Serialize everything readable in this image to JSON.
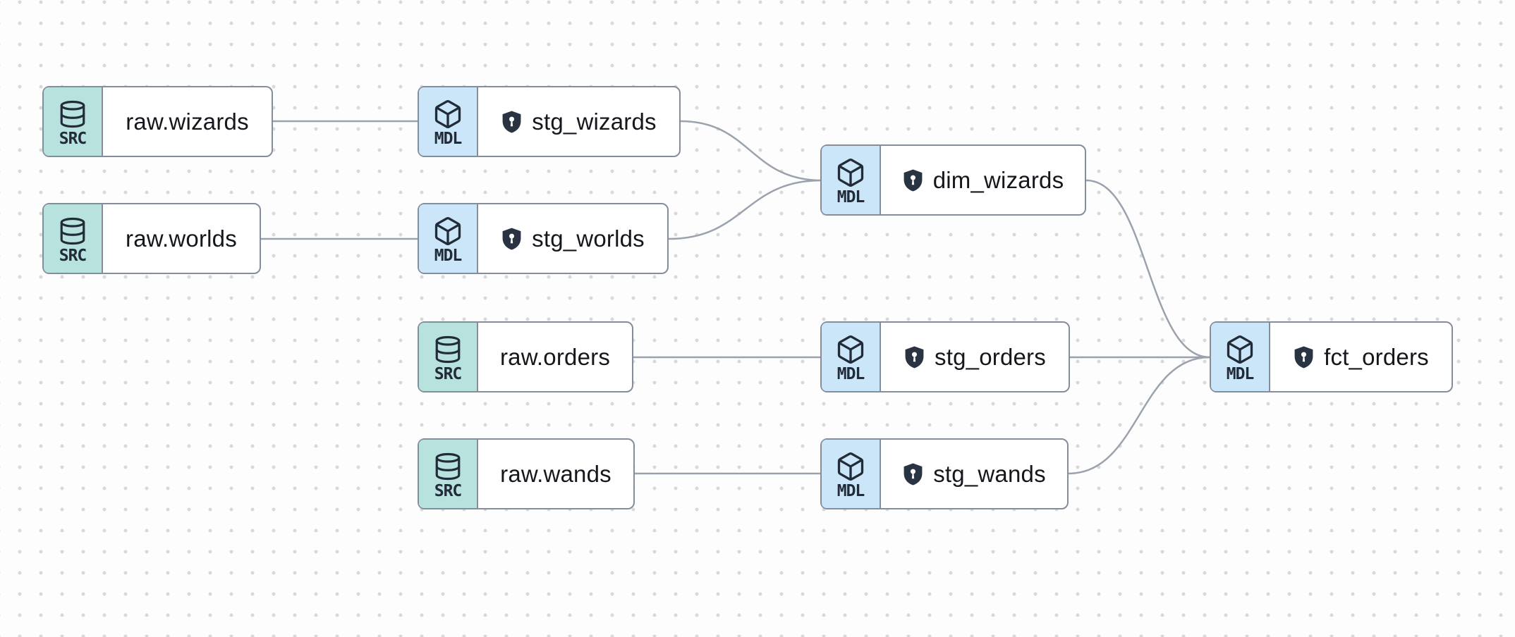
{
  "canvas": {
    "kind": "data-lineage-graph"
  },
  "colors": {
    "bg": "#fdfdfd",
    "dot_color": "#d9d9d9",
    "node_border": "#858d9b",
    "edge_color": "#9aa2ad",
    "source_badge_bg": "#b8e2de",
    "model_badge_bg": "#cae6f8",
    "icon_ink": "#222b38",
    "label_ink": "#14171c",
    "shield_fill": "#2a3342"
  },
  "nodes": [
    {
      "label": "raw.wizards",
      "type_label": "SRC",
      "type": "source",
      "icon": "database-icon",
      "protected": false
    },
    {
      "label": "stg_wizards",
      "type_label": "MDL",
      "type": "model",
      "icon": "cube-icon",
      "protected": true
    },
    {
      "label": "raw.worlds",
      "type_label": "SRC",
      "type": "source",
      "icon": "database-icon",
      "protected": false
    },
    {
      "label": "stg_worlds",
      "type_label": "MDL",
      "type": "model",
      "icon": "cube-icon",
      "protected": true
    },
    {
      "label": "dim_wizards",
      "type_label": "MDL",
      "type": "model",
      "icon": "cube-icon",
      "protected": true
    },
    {
      "label": "raw.orders",
      "type_label": "SRC",
      "type": "source",
      "icon": "database-icon",
      "protected": false
    },
    {
      "label": "stg_orders",
      "type_label": "MDL",
      "type": "model",
      "icon": "cube-icon",
      "protected": true
    },
    {
      "label": "raw.wands",
      "type_label": "SRC",
      "type": "source",
      "icon": "database-icon",
      "protected": false
    },
    {
      "label": "stg_wands",
      "type_label": "MDL",
      "type": "model",
      "icon": "cube-icon",
      "protected": true
    },
    {
      "label": "fct_orders",
      "type_label": "MDL",
      "type": "model",
      "icon": "cube-icon",
      "protected": true
    }
  ],
  "edges": [
    {
      "from": "raw.wizards",
      "to": "stg_wizards"
    },
    {
      "from": "raw.worlds",
      "to": "stg_worlds"
    },
    {
      "from": "raw.orders",
      "to": "stg_orders"
    },
    {
      "from": "raw.wands",
      "to": "stg_wands"
    },
    {
      "from": "stg_wizards",
      "to": "dim_wizards"
    },
    {
      "from": "stg_worlds",
      "to": "dim_wizards"
    },
    {
      "from": "dim_wizards",
      "to": "fct_orders"
    },
    {
      "from": "stg_orders",
      "to": "fct_orders"
    },
    {
      "from": "stg_wands",
      "to": "fct_orders"
    }
  ]
}
